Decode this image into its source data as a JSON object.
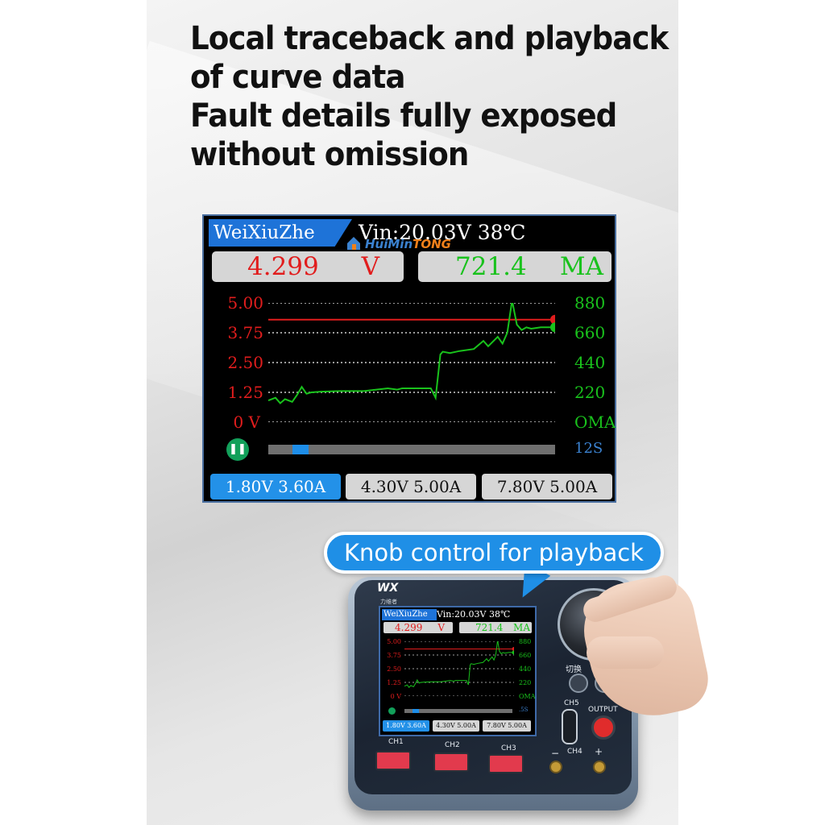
{
  "headline": {
    "lines": [
      "Local traceback and playback",
      "of curve data",
      "Fault details fully exposed",
      "without omission"
    ]
  },
  "screen": {
    "brand": "WeiXiuZhe",
    "vin": "Vin:20.03V 38℃",
    "watermark_a": "HuiMin",
    "watermark_b": "TONG",
    "voltage": {
      "value": "4.299",
      "unit": "V"
    },
    "current": {
      "value": "721.4",
      "unit": "MA"
    },
    "left_ticks": [
      "5.00",
      "3.75",
      "2.50",
      "1.25",
      "0 V"
    ],
    "right_ticks": [
      "880",
      "660",
      "440",
      "220",
      "OMA"
    ],
    "time_label": "12S",
    "pause_icon": "pause-icon",
    "playback_progress": 0.1,
    "presets": [
      "1.80V 3.60A",
      "4.30V 5.00A",
      "7.80V 5.00A"
    ]
  },
  "callout": {
    "text": "Knob control for playback"
  },
  "device": {
    "logo": "WX",
    "logo_sub": "力维者",
    "switch_label": "切换",
    "ports": [
      "CH1",
      "CH2",
      "CH3",
      "CH4",
      "CH5"
    ],
    "output_label": "OUTPUT",
    "minus": "−",
    "plus": "+",
    "mini_time": ".5S"
  },
  "colors": {
    "voltage": "#e11d1d",
    "current": "#19c21c",
    "accent": "#1f8fe6"
  },
  "chart_data": {
    "type": "line",
    "x_range_seconds": [
      0,
      12
    ],
    "left_axis": {
      "label": "V",
      "ylim": [
        0,
        5.0
      ]
    },
    "right_axis": {
      "label": "MA",
      "ylim": [
        0,
        880
      ]
    },
    "series": [
      {
        "axis": "left",
        "color": "#e11d1d",
        "x": [
          0,
          4,
          8,
          12
        ],
        "values": [
          4.3,
          4.3,
          4.3,
          4.3
        ]
      },
      {
        "axis": "right",
        "color": "#19c21c",
        "x": [
          0,
          0.3,
          0.5,
          0.7,
          1.0,
          1.2,
          1.4,
          1.6,
          1.8,
          2.2,
          3.0,
          4.0,
          5.0,
          5.4,
          5.6,
          6.8,
          7.0,
          7.2,
          7.3,
          7.6,
          8.0,
          8.6,
          9.0,
          9.2,
          9.6,
          9.8,
          10.0,
          10.2,
          10.4,
          10.6,
          10.8,
          11.0,
          11.4,
          12.0
        ],
        "values": [
          160,
          180,
          140,
          170,
          150,
          200,
          260,
          210,
          220,
          225,
          230,
          230,
          250,
          240,
          250,
          250,
          180,
          500,
          520,
          510,
          525,
          540,
          600,
          560,
          630,
          580,
          660,
          900,
          720,
          680,
          700,
          690,
          700,
          700
        ]
      }
    ]
  }
}
